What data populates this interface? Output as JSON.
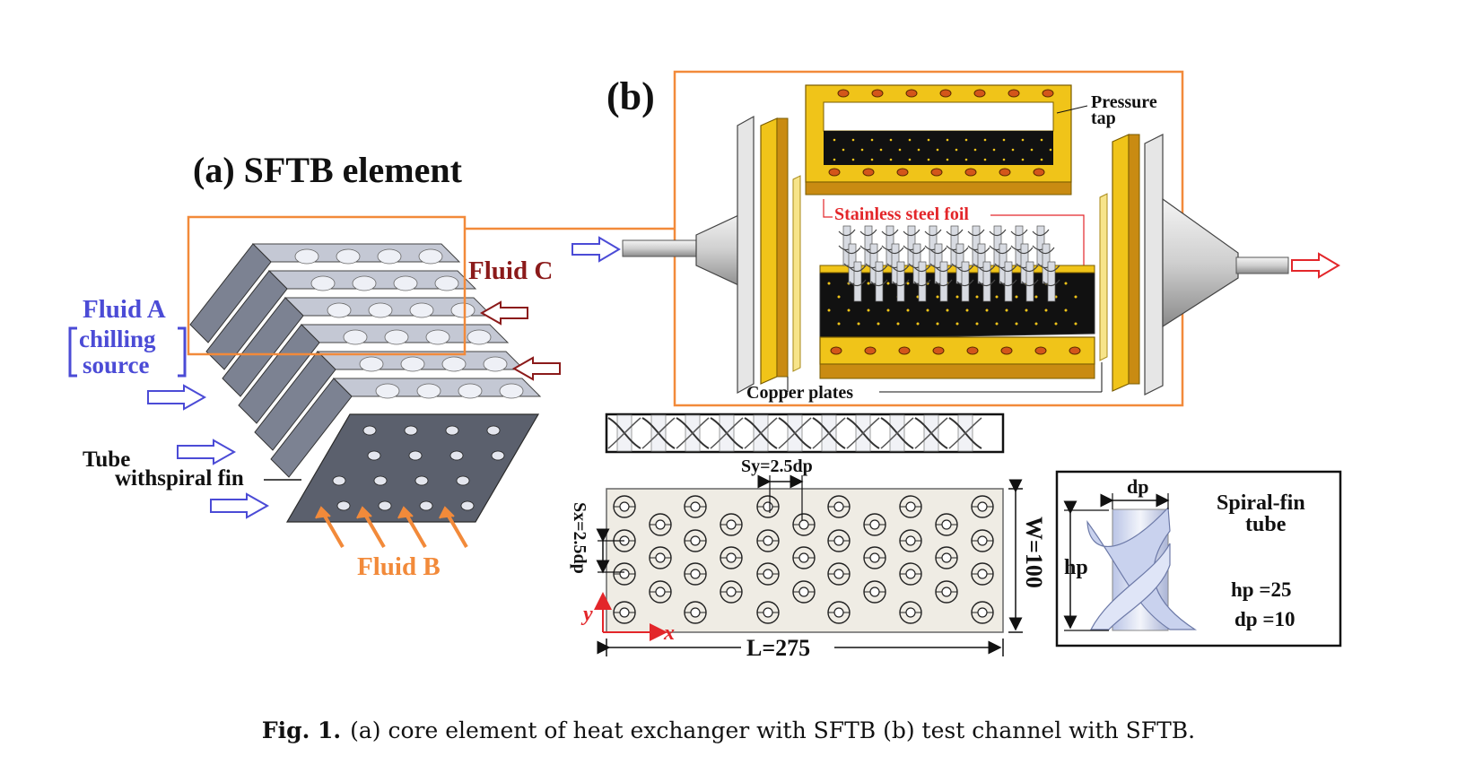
{
  "colors": {
    "orange": "#f28a3a",
    "blue": "#4b4bd6",
    "darkred": "#8b1a1a",
    "red": "#e3262a",
    "gold": "#f0c419",
    "plate": "#6c7280",
    "beige": "#efece4"
  },
  "panel_a": {
    "title": "(a) SFTB element",
    "fluid_a": "Fluid A",
    "chilling": "chilling",
    "source": "source",
    "fluid_b": "Fluid B",
    "fluid_c": "Fluid C",
    "tube_label_1": "Tube",
    "tube_label_2": "withspiral fin"
  },
  "panel_b": {
    "title": "(b)",
    "pressure_1": "Pressure",
    "pressure_2": "tap",
    "foil": "Stainless steel foil",
    "copper": "Copper plates"
  },
  "layout_panel": {
    "sy": "Sy=2.5dp",
    "sx": "Sx=2.5dp",
    "w": "W=100",
    "l": "L=275",
    "x_axis": "x",
    "y_axis": "y"
  },
  "tube_panel": {
    "title_1": "Spiral-fin",
    "title_2": "tube",
    "dp": "dp",
    "hp": "hp",
    "hp_value": "hp =25",
    "dp_value": "dp =10"
  },
  "caption": {
    "label": "Fig. 1.",
    "text": "(a) core element of heat exchanger with SFTB (b) test channel with SFTB."
  }
}
